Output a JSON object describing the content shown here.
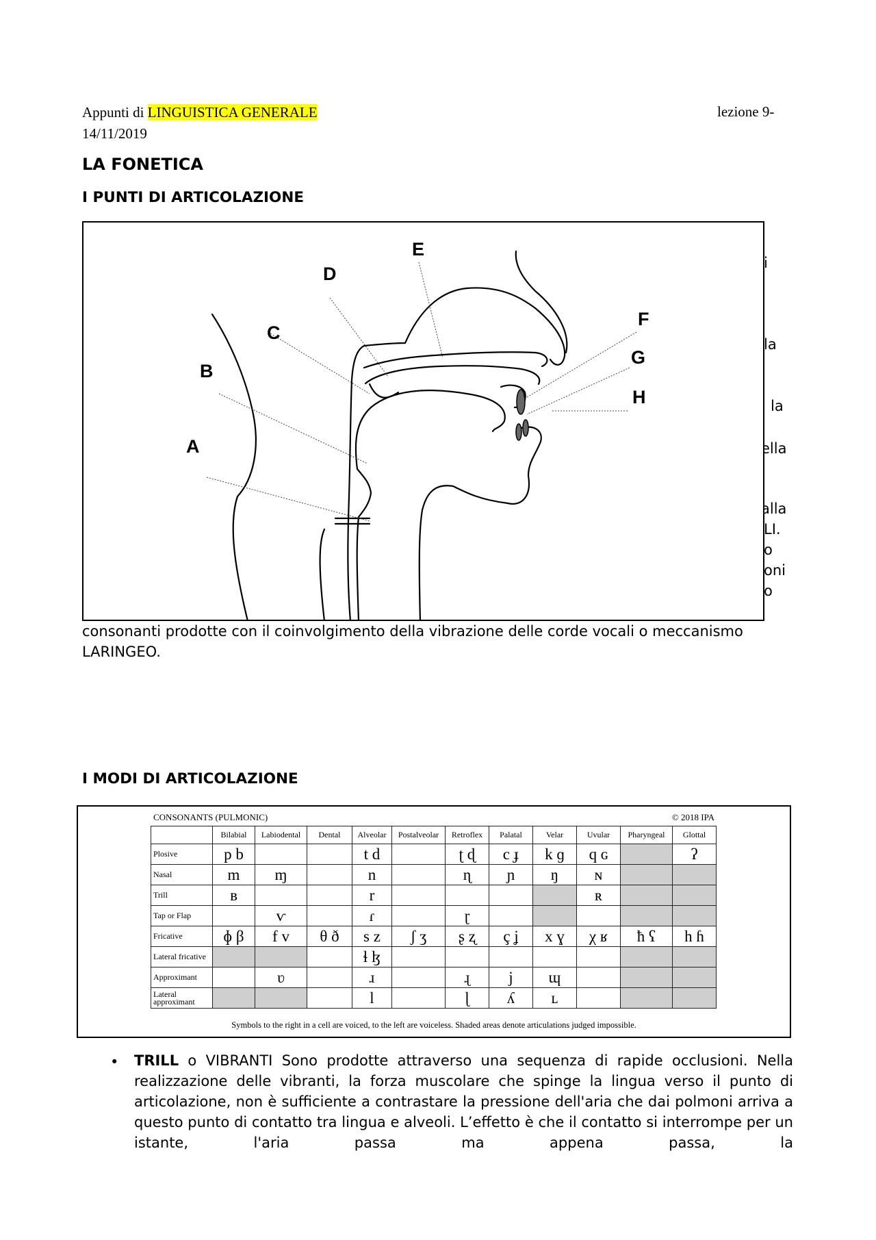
{
  "header": {
    "prefix": "Appunti di ",
    "subject": "LINGUISTICA GENERALE",
    "lesson": "lezione 9-",
    "date": "14/11/2019"
  },
  "title": "LA FONETICA",
  "section1": "I PUNTI DI ARTICOLAZIONE",
  "diagram": {
    "labels": [
      "A",
      "B",
      "C",
      "D",
      "E",
      "F",
      "G",
      "H"
    ]
  },
  "hidden_fragments": [
    "i",
    "la",
    "la",
    "ella",
    "alla",
    "LI.",
    "o",
    "oni",
    "o"
  ],
  "paragraph1": "consonanti prodotte con il coinvolgimento della vibrazione delle corde vocali o meccanismo LARINGEO.",
  "section2": "I MODI DI ARTICOLAZIONE",
  "ipa": {
    "title": "CONSONANTS (PULMONIC)",
    "copyright": "© 2018 IPA",
    "columns": [
      "Bilabial",
      "Labiodental",
      "Dental",
      "Alveolar",
      "Postalveolar",
      "Retroflex",
      "Palatal",
      "Velar",
      "Uvular",
      "Pharyngeal",
      "Glottal"
    ],
    "rows": [
      {
        "name": "Plosive",
        "cells": [
          "p b",
          "",
          "",
          "t d",
          "",
          "ʈ ɖ",
          "c ɟ",
          "k ɡ",
          "q ɢ",
          "",
          "ʔ"
        ]
      },
      {
        "name": "Nasal",
        "cells": [
          "m",
          "ɱ",
          "",
          "n",
          "",
          "ɳ",
          "ɲ",
          "ŋ",
          "ɴ",
          "",
          ""
        ]
      },
      {
        "name": "Trill",
        "cells": [
          "ʙ",
          "",
          "",
          "r",
          "",
          "",
          "",
          "",
          "ʀ",
          "",
          ""
        ]
      },
      {
        "name": "Tap or Flap",
        "cells": [
          "",
          "ⱱ",
          "",
          "ɾ",
          "",
          "ɽ",
          "",
          "",
          "",
          "",
          ""
        ]
      },
      {
        "name": "Fricative",
        "cells": [
          "ɸ β",
          "f v",
          "θ ð",
          "s z",
          "ʃ ʒ",
          "ʂ ʐ",
          "ç ʝ",
          "x ɣ",
          "χ ʁ",
          "ħ ʕ",
          "h ɦ"
        ]
      },
      {
        "name": "Lateral fricative",
        "cells": [
          "",
          "",
          "",
          "ɬ ɮ",
          "",
          "",
          "",
          "",
          "",
          "",
          ""
        ]
      },
      {
        "name": "Approximant",
        "cells": [
          "",
          "ʋ",
          "",
          "ɹ",
          "",
          "ɻ",
          "j",
          "ɰ",
          "",
          "",
          ""
        ]
      },
      {
        "name": "Lateral approximant",
        "cells": [
          "",
          "",
          "",
          "l",
          "",
          "ɭ",
          "ʎ",
          "ʟ",
          "",
          "",
          ""
        ]
      }
    ],
    "footnote": "Symbols to the right in a cell are voiced, to the left are voiceless. Shaded areas denote articulations judged impossible."
  },
  "bullet_item": {
    "lead": "TRILL",
    "text": " o VIBRANTI Sono prodotte attraverso una sequenza di rapide occlusioni. Nella realizzazione delle vibranti, la forza muscolare che spinge la lingua verso il punto di articolazione, non è sufficiente a contrastare la pressione dell'aria che dai polmoni arriva a questo punto di contatto tra lingua e alveoli. L’effetto è che il contatto si interrompe per un istante, l'aria passa ma appena passa, la"
  }
}
